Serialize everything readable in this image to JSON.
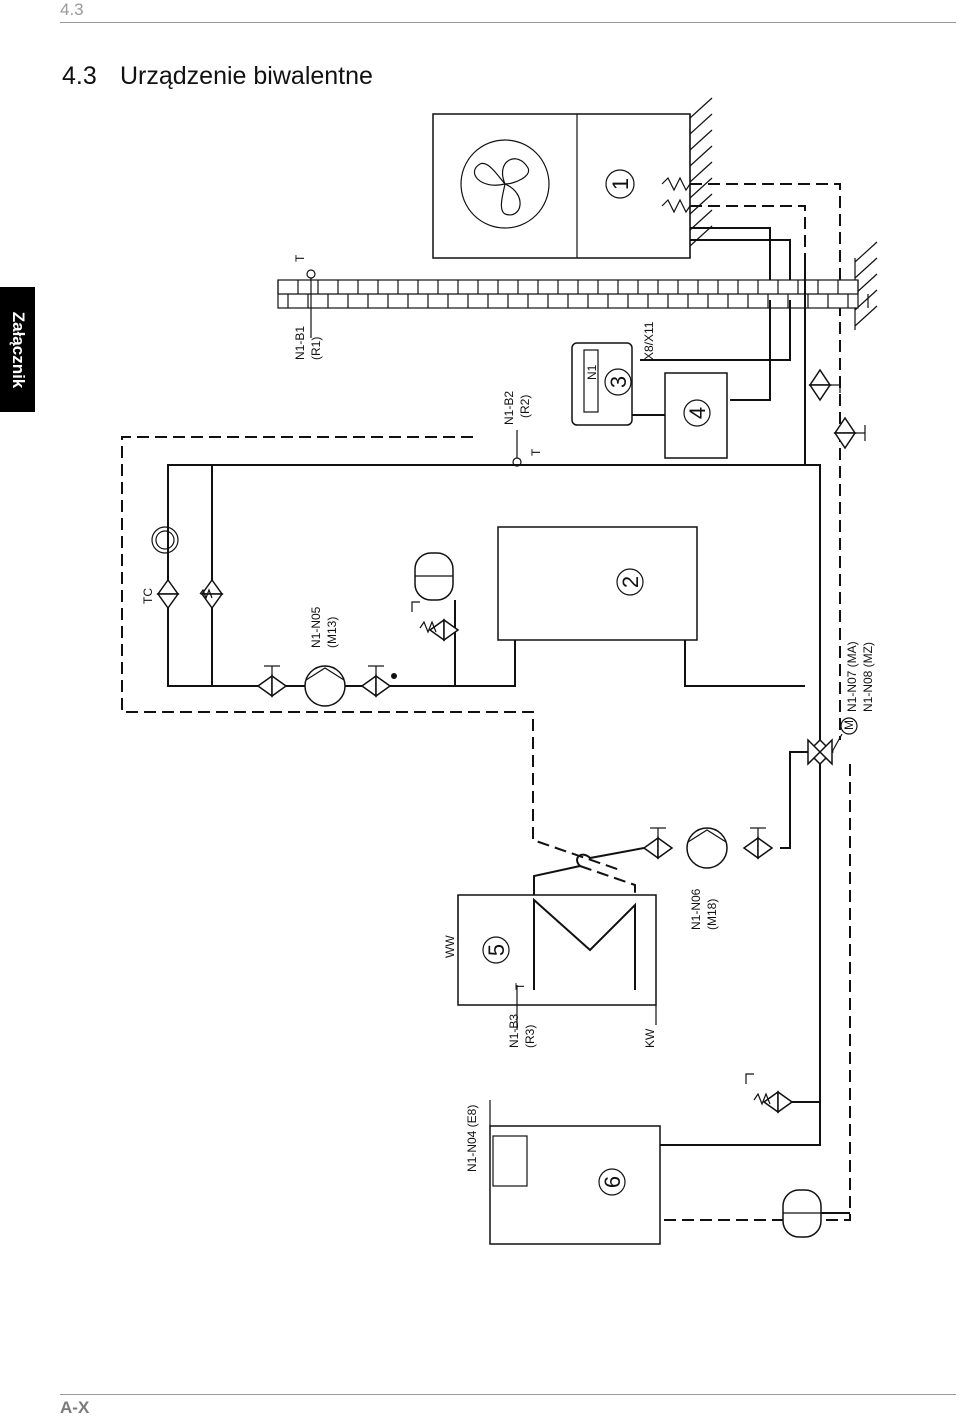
{
  "header": {
    "section": "4.3"
  },
  "footer": {
    "page": "A-X"
  },
  "title": {
    "number": "4.3",
    "text": "Urządzenie biwalentne"
  },
  "side_tab": {
    "label": "Załącznik"
  },
  "diagram": {
    "labels": {
      "b1_name": "N1-B1",
      "b1_code": "(R1)",
      "b1_t": "T",
      "b2_name": "N1-B2",
      "b2_code": "(R2)",
      "b2_t": "T",
      "b3_name": "N1-B3",
      "b3_code": "(R3)",
      "b3_t": "T",
      "n05_name": "N1-N05",
      "n05_code": "(M13)",
      "n06_name": "N1-N06",
      "n06_code": "(M18)",
      "n07": "N1-N07 (MA)",
      "n08": "N1-N08 (MZ)",
      "n04": "N1-N04 (E8)",
      "x8": "X8/X11",
      "n1": "N1",
      "tc": "TC",
      "ww": "WW",
      "kw": "KW",
      "motor": "M"
    },
    "components": [
      "1",
      "2",
      "3",
      "4",
      "5",
      "6"
    ]
  }
}
